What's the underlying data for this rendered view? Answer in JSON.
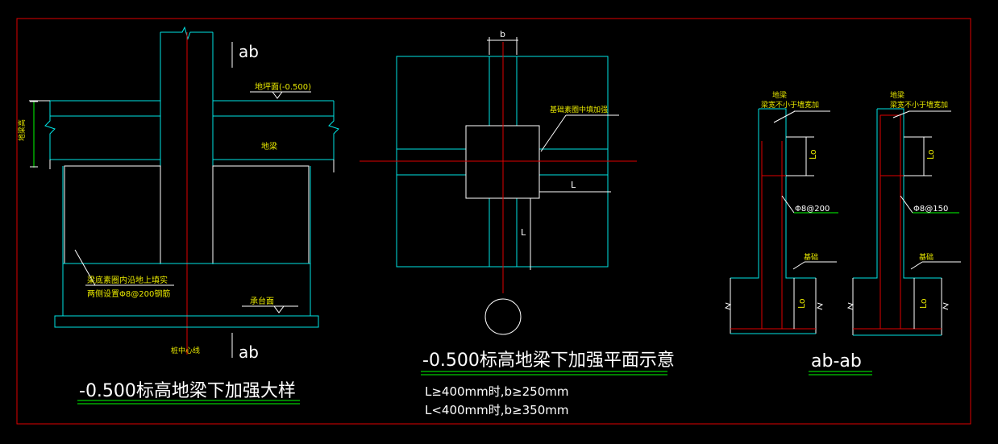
{
  "colors": {
    "background": "#000000",
    "frame": "#e00000",
    "outline": "#00e5e5",
    "text": "#ffffff",
    "leader": "#00ff00",
    "small_label": "#e8e800",
    "rebar": "#e00000"
  },
  "detail_left": {
    "section_mark": "ab",
    "ground_level": "地坪面(-0.500)",
    "beam": "地梁",
    "beam_height": "地梁高",
    "backfill_note_1": "梁底素圈内沿地上填实",
    "backfill_note_2": "两侧设置Φ8@200钢筋",
    "pile_cap": "承台面",
    "pile_axis": "桩中心线",
    "title": "-0.500标高地梁下加强大样"
  },
  "detail_plan": {
    "dim_b": "b",
    "dim_L_horizontal": "L",
    "dim_L_vertical": "L",
    "leader_label": "基础素圈中填加强",
    "title": "-0.500标高地梁下加强平面示意",
    "rule_1": "L≥400mm时,b≥250mm",
    "rule_2": "L<400mm时,b≥350mm"
  },
  "detail_right": {
    "left_beam": "地梁",
    "left_width_note": "梁宽不小于墙宽加",
    "left_lo_top": "Lo",
    "left_rebar": "Φ8@200",
    "left_base": "基础",
    "left_lo_bottom": "Lo",
    "right_beam": "地梁",
    "right_width_note": "梁宽不小于墙宽加",
    "right_lo_top": "Lo",
    "right_rebar": "Φ8@150",
    "right_base": "基础",
    "right_lo_bottom": "Lo",
    "title": "ab-ab"
  }
}
